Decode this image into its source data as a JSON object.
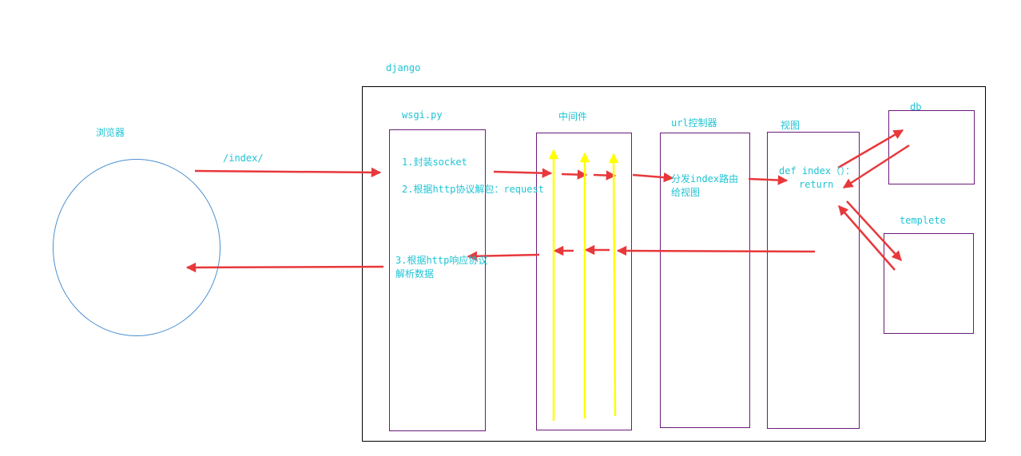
{
  "colors": {
    "label": "#1fc4d4",
    "box_border": "#6a1b7a",
    "outer_border": "#000000",
    "circle": "#4a90d0",
    "arrow_red": "#e8383b",
    "arrow_yellow": "#ffff00"
  },
  "labels": {
    "django": "django",
    "browser": "浏览器",
    "path": "/index/",
    "wsgi": "wsgi.py",
    "middleware": "中间件",
    "url_controller": "url控制器",
    "view": "视图",
    "db": "db",
    "template": "templete"
  },
  "steps": {
    "step1": "1.封装socket",
    "step2": "2.根据http协议解包：request",
    "step3_line1": "3.根据http响应协议",
    "step3_line2": "解析数据"
  },
  "url_text": {
    "line1": "分发index路由",
    "line2": "给视图"
  },
  "view_text": {
    "line1": "def index（）：",
    "line2": "return"
  }
}
